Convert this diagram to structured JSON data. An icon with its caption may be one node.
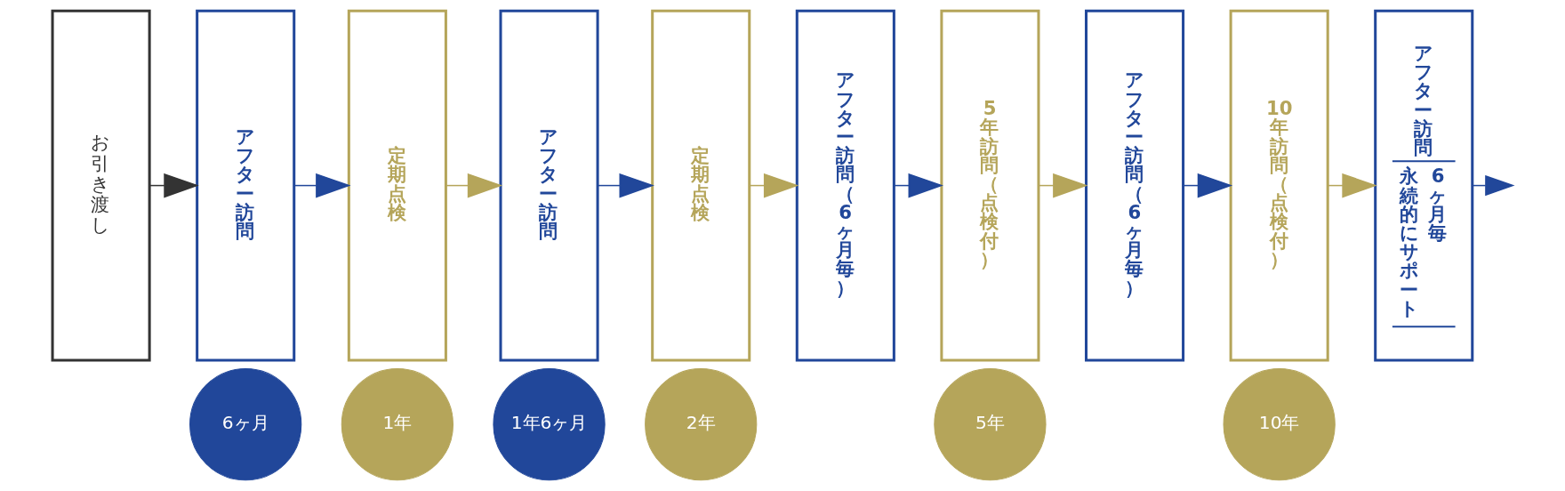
{
  "diagram": {
    "nodes": [
      {
        "text": [
          "お引き渡し"
        ]
      },
      {
        "text": [
          "アフター訪問"
        ]
      },
      {
        "text": [
          "6ヶ月"
        ]
      },
      {
        "text": [
          "定期点検"
        ]
      },
      {
        "text": [
          "1年"
        ]
      },
      {
        "text": [
          "アフター訪問"
        ]
      },
      {
        "text": [
          "1年6ヶ月"
        ]
      },
      {
        "text": [
          "定期点検"
        ]
      },
      {
        "text": [
          "2年"
        ]
      },
      {
        "text": [
          "アフター訪問（6ヶ月毎）"
        ]
      },
      {
        "text": [
          "5年訪問（点検付）"
        ]
      },
      {
        "text": [
          "5年"
        ]
      },
      {
        "text": [
          "アフター訪問（6ヶ月毎）"
        ]
      },
      {
        "text": [
          "10年訪問（点検付）"
        ]
      },
      {
        "text": [
          "10年"
        ]
      },
      {
        "text": [
          "アフター訪問",
          "永続的にサポート",
          "6ヶ月毎"
        ]
      }
    ],
    "edges": [
      {
        "from": 0,
        "to": 1,
        "arrow": "to",
        "color": "#333333"
      },
      {
        "from": 1,
        "to": 3,
        "arrow": "to"
      },
      {
        "from": 3,
        "to": 5,
        "arrow": "to",
        "color": "#b5a55a"
      },
      {
        "from": 5,
        "to": 7,
        "arrow": "to"
      },
      {
        "from": 7,
        "to": 9,
        "arrow": "to",
        "color": "#b5a55a"
      },
      {
        "from": 9,
        "to": 10,
        "arrow": "to"
      },
      {
        "from": 10,
        "to": 12,
        "arrow": "to",
        "color": "#b5a55a"
      },
      {
        "from": 12,
        "to": 13,
        "arrow": "to"
      },
      {
        "from": 13,
        "to": 15,
        "arrow": "to",
        "color": "#b5a55a"
      },
      {
        "from": 15,
        "to": null,
        "arrow": "to"
      }
    ]
  }
}
